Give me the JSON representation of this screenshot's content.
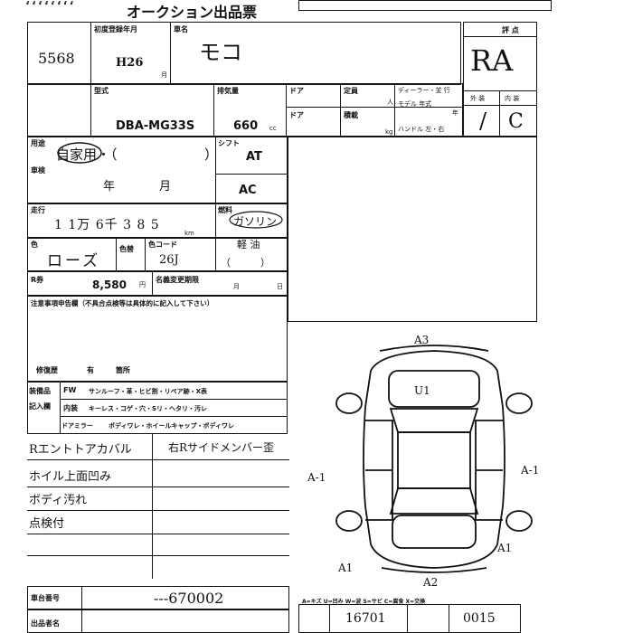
{
  "header": {
    "title": "オークション出品票"
  },
  "lot": {
    "number": "5568"
  },
  "registration": {
    "year_label": "初度登録年月",
    "year": "H26",
    "month_unit": "月"
  },
  "vehicle": {
    "name_label": "車名",
    "name": "モコ",
    "model_label": "型式",
    "model": "DBA-MG33S",
    "cc_label": "排気量",
    "cc": "660",
    "cc_unit": "cc",
    "doors_label": "ドア",
    "seats_label": "定員",
    "seats_unit": "人",
    "cargo_label": "積載",
    "cargo_unit": "kg",
    "handle_label": "ハンドル 左・右",
    "dealer_label": "ディーラー・並 行",
    "model_year_label": "モデル 年式",
    "year_unit": "年"
  },
  "usage": {
    "label": "用途",
    "value": "自家用・（",
    "close": "）"
  },
  "inspection": {
    "label": "車検",
    "year_unit": "年",
    "month_unit": "月"
  },
  "transmission": {
    "label": "シフト",
    "value": "AT",
    "ac": "AC"
  },
  "mileage": {
    "label": "走行",
    "value": "1 1万 6千 3 8 5",
    "unit": "km"
  },
  "fuel": {
    "label": "燃料",
    "value": "ガソリン",
    "sub": "軽 油",
    "paren": "（　　　）"
  },
  "color": {
    "label": "色",
    "value": "ローズ",
    "change_label": "色替",
    "code_label": "色コード",
    "code": "26J"
  },
  "recycle": {
    "label": "R券",
    "value": "8,580",
    "unit": "円",
    "name_change_label": "名義変更期限",
    "month_unit": "月",
    "day_unit": "日"
  },
  "notes": {
    "label": "注意事項申告欄（不具合点検等は具体的に記入して下さい）",
    "repair_label": "修復歴",
    "repair_value": "有",
    "part_label": "箇所"
  },
  "score": {
    "label": "評 点",
    "value": "RA",
    "exterior_label": "外 装",
    "interior_label": "内 装",
    "exterior": "/",
    "interior": "C"
  },
  "equipment": {
    "label1": "装備品",
    "label2": "記入欄",
    "rows": [
      {
        "key": "FW",
        "items": "サンルーフ・革・ヒビ割・リペア跡・X表"
      },
      {
        "key": "内装",
        "items": "キーレス・コゲ・穴・Sリ・ヘタリ・汚レ"
      },
      {
        "key": "ドアミラー",
        "items": "ボディワレ・ホイールキャップ・ボディワレ"
      }
    ]
  },
  "handwritten_notes": [
    "Rエントトアカバル",
    "ホイル上面凹み",
    "ボディ汚れ",
    "点検付"
  ],
  "right_note": "右Rサイドメンバー歪",
  "frame": {
    "label": "車台番号",
    "value": "---670002"
  },
  "bottom": {
    "label": "出品者名",
    "code_legend": "A=キズ U=凹み W=波 S=サビ C=腐食 X=交換",
    "num1": "16701",
    "num2": "0015"
  },
  "diagram": {
    "marks": [
      {
        "code": "A3",
        "where": "front"
      },
      {
        "code": "A2",
        "where": "rear"
      },
      {
        "code": "A1",
        "where": "left-rear"
      },
      {
        "code": "A1",
        "where": "right-rear"
      },
      {
        "code": "A-1",
        "where": "left-side"
      },
      {
        "code": "A-1",
        "where": "right-side"
      },
      {
        "code": "U1",
        "where": "hood"
      }
    ]
  }
}
